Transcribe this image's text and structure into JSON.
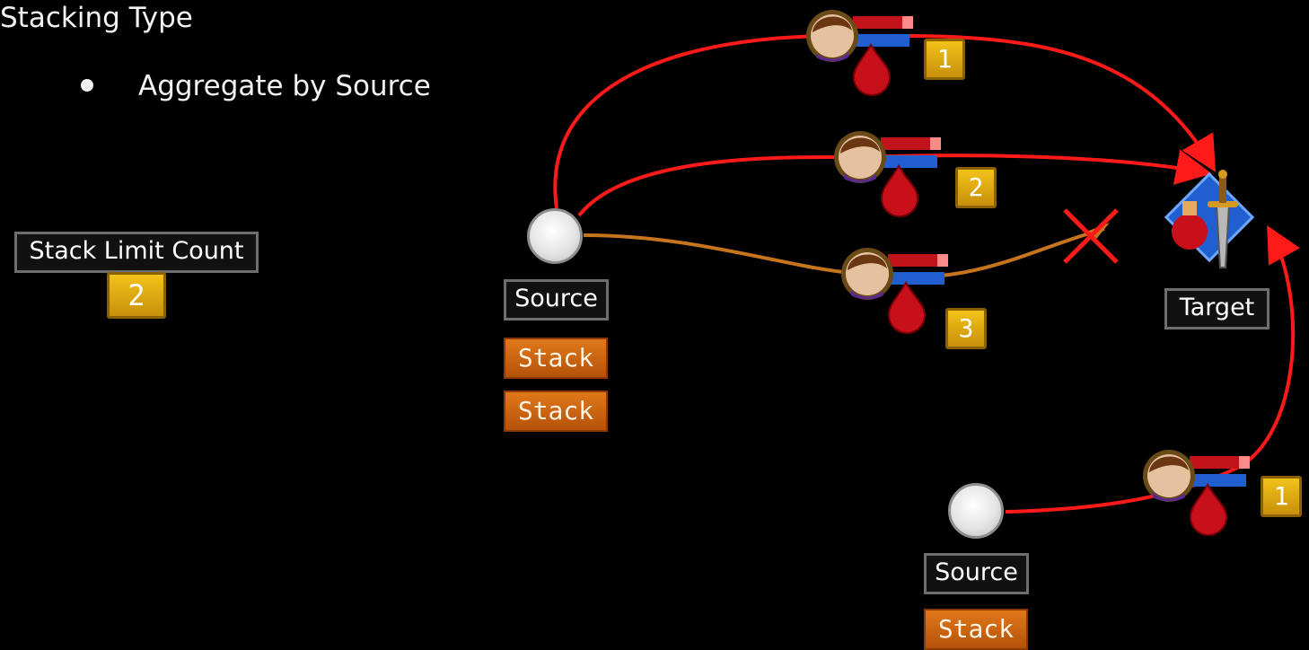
{
  "heading": "Stacking Type",
  "bullet": "Aggregate by Source",
  "stack_limit": {
    "label": "Stack Limit Count",
    "value": "2"
  },
  "sources": [
    {
      "label": "Source",
      "stacks": [
        "Stack",
        "Stack"
      ]
    },
    {
      "label": "Source",
      "stacks": [
        "Stack"
      ]
    }
  ],
  "target": {
    "label": "Target"
  },
  "effects": [
    {
      "count": "1"
    },
    {
      "count": "2"
    },
    {
      "count": "3"
    },
    {
      "count": "1"
    }
  ],
  "colors": {
    "active_link": "#ff1a1a",
    "rejected_link": "#c7741e",
    "badge": "#e0a812",
    "stack": "#d4680e"
  },
  "icons": {
    "effect": "character-portrait-icon",
    "bleed": "blood-drop-icon",
    "rejected": "red-x-icon",
    "target": "sword-and-potion-icon"
  }
}
